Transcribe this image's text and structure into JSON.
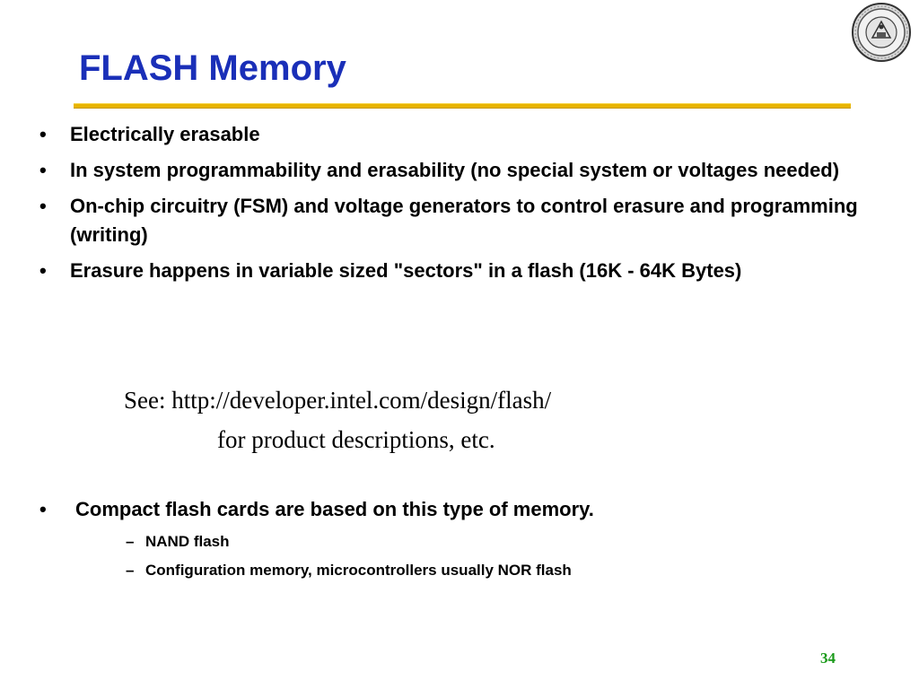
{
  "slide": {
    "title": "FLASH Memory",
    "bullets": [
      "Electrically erasable",
      "In system programmability and erasability (no special system or voltages needed)",
      "On-chip circuitry (FSM) and voltage generators to control erasure and programming (writing)",
      "Erasure happens in variable sized \"sectors\" in a flash (16K - 64K Bytes)"
    ],
    "see_line1": "See: http://developer.intel.com/design/flash/",
    "see_line2": "for product descriptions, etc.",
    "bullet2": "Compact flash cards are based on this type of memory.",
    "sub_bullets": [
      "NAND flash",
      "Configuration memory, microcontrollers usually NOR flash"
    ],
    "page_number": "34",
    "bullet_glyph": "•",
    "dash_glyph": "–"
  },
  "colors": {
    "title": "#1a2fb8",
    "rule": "#e8b400",
    "page_number": "#1a9a1a"
  },
  "icons": {
    "seal": "university-seal-icon"
  }
}
